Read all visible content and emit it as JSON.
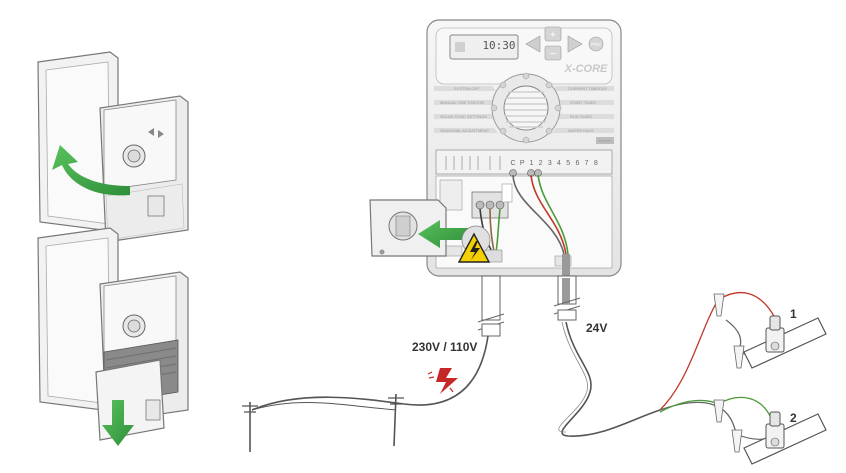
{
  "controller": {
    "brand": "X-CORE",
    "display_time": "10:30",
    "buttons": {
      "plus": "+",
      "minus": "−",
      "prg": "PRG"
    },
    "dial_left_labels": [
      "SYSTEM OFF",
      "MANUAL ONE STATION",
      "SOLAR SYNC SETTINGS",
      "SEASONAL ADJUSTMENT"
    ],
    "dial_right_labels": [
      "CURRENT TIME/DAY",
      "START TIMES",
      "RUN TIMES",
      "WATER DAYS"
    ],
    "terminals": [
      "C",
      "P",
      "1",
      "2",
      "3",
      "4",
      "5",
      "6",
      "7",
      "8"
    ],
    "hunter_badge": "Hunter"
  },
  "labels": {
    "mains_voltage": "230V / 110V",
    "low_voltage": "24V",
    "valve_1": "1",
    "valve_2": "2"
  },
  "colors": {
    "arrow_green": "#3aa548",
    "wire_red": "#c0392b",
    "wire_green": "#4c9a3a",
    "warning_yellow": "#f5d000",
    "lightning_red": "#c62828"
  },
  "icons": [
    "rotate-arrow-icon",
    "down-arrow-icon",
    "insert-arrow-icon",
    "high-voltage-warning-icon",
    "lightning-icon"
  ]
}
